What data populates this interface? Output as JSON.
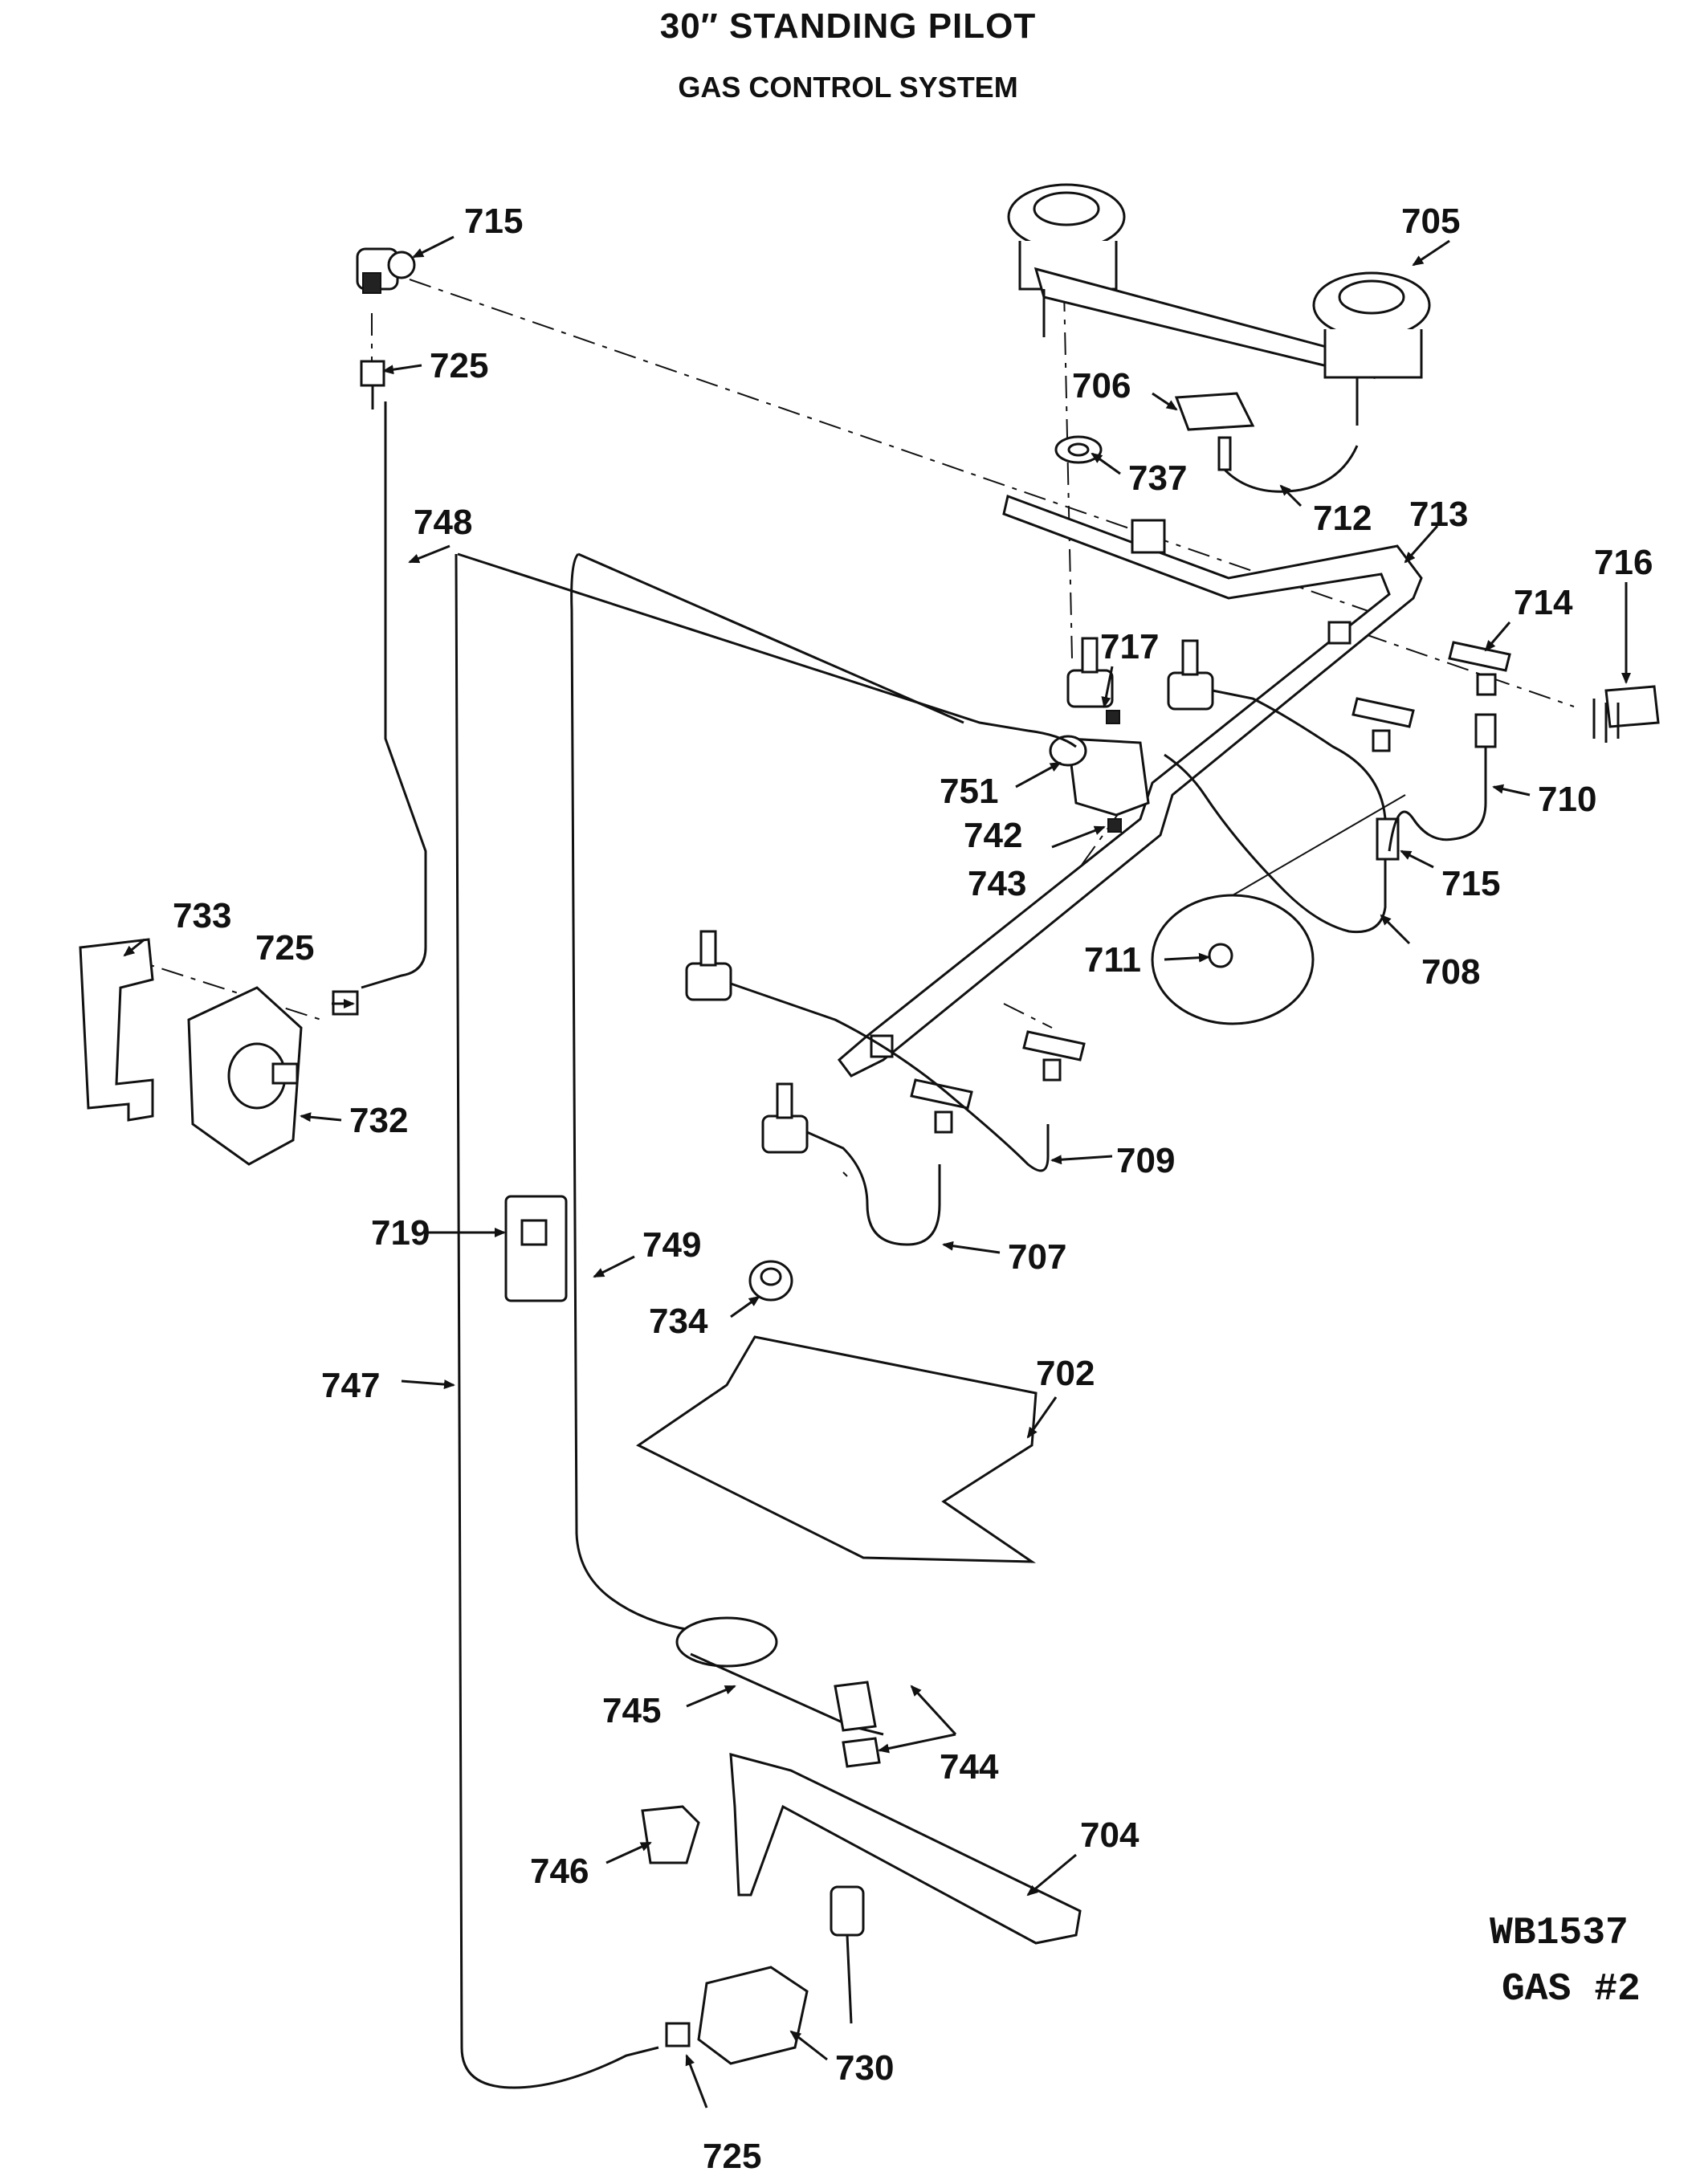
{
  "title": "30″ STANDING PILOT",
  "subtitle": "GAS CONTROL SYSTEM",
  "code_line1": "WB1537",
  "code_line2": "GAS #2",
  "labels": {
    "l715a": "715",
    "l705": "705",
    "l725a": "725",
    "l706": "706",
    "l737": "737",
    "l712": "712",
    "l748": "748",
    "l713": "713",
    "l716": "716",
    "l714": "714",
    "l717": "717",
    "l751": "751",
    "l742": "742",
    "l743": "743",
    "l710": "710",
    "l715b": "715",
    "l733": "733",
    "l725b": "725",
    "l711": "711",
    "l708": "708",
    "l732": "732",
    "l709": "709",
    "l719": "719",
    "l749": "749",
    "l707": "707",
    "l734": "734",
    "l702": "702",
    "l747": "747",
    "l745": "745",
    "l744": "744",
    "l704": "704",
    "l746": "746",
    "l730": "730",
    "l725c": "725"
  }
}
